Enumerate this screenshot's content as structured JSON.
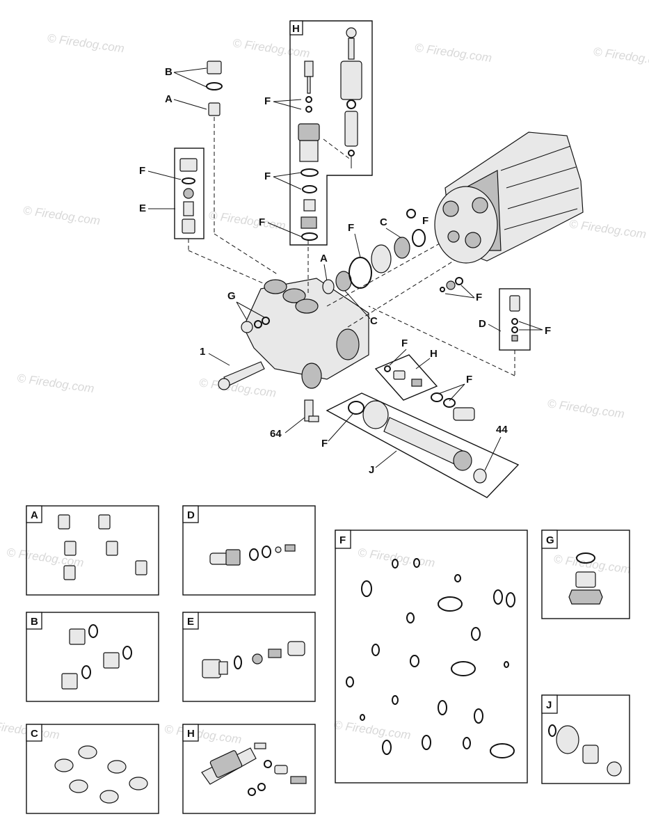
{
  "watermark": "© Firedog.com",
  "callouts": {
    "A": "A",
    "B": "B",
    "C": "C",
    "D": "D",
    "E": "E",
    "F": "F",
    "G": "G",
    "H": "H",
    "J": "J",
    "n1": "1",
    "n44": "44",
    "n64": "64"
  },
  "kits": {
    "A": "A",
    "B": "B",
    "C": "C",
    "D": "D",
    "E": "E",
    "F": "F",
    "G": "G",
    "H": "H",
    "J": "J"
  }
}
